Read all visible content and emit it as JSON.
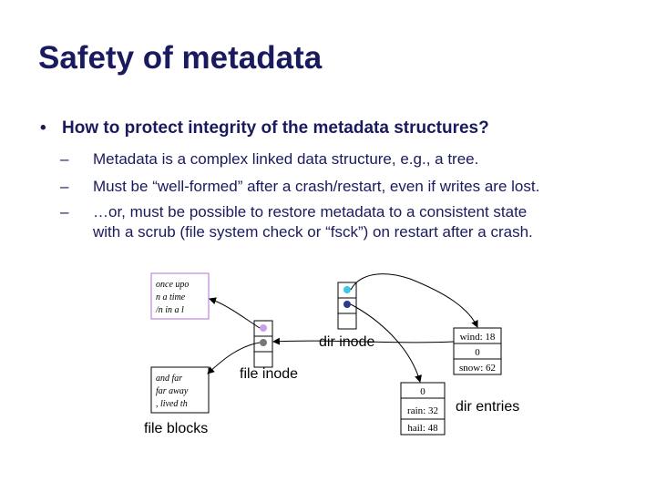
{
  "slide": {
    "title": "Safety of metadata",
    "bullet": "How to protect integrity of the metadata structures?",
    "subs": [
      "Metadata is a complex linked data structure, e.g., a tree.",
      "Must be “well-formed” after a crash/restart, even if writes are lost.",
      "…or, must be possible to restore metadata to a consistent state",
      "with a scrub (file system check or “fsck”) on restart after a crash."
    ]
  },
  "diagram": {
    "block1_lines": [
      "once upo",
      "n a time",
      "/n in a l"
    ],
    "block2_lines": [
      "and far",
      "far away",
      ", lived th"
    ],
    "file_blocks_label": "file blocks",
    "file_inode_label": "file inode",
    "dir_inode_label": "dir inode",
    "dir_entries_label": "dir entries",
    "entries": [
      "wind: 18",
      "0",
      "snow: 62",
      "0",
      "rain: 32",
      "hail: 48"
    ],
    "colors": {
      "purple_pointer": "#c9a0e8",
      "cyan_pointer": "#3ec8e8",
      "blue_pointer": "#2a3a8c",
      "block_border": "#b070d8"
    }
  }
}
